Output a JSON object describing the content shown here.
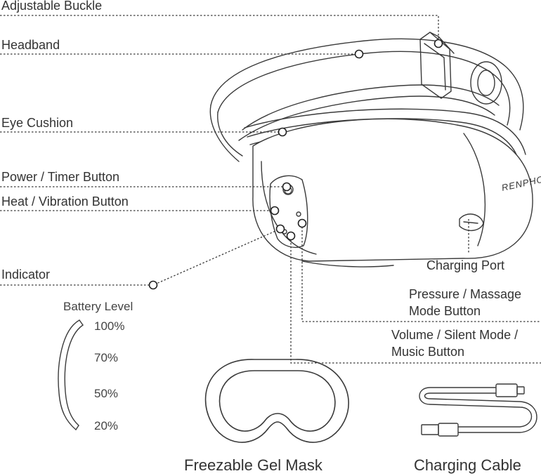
{
  "callouts": {
    "adjustable_buckle": "Adjustable Buckle",
    "headband": "Headband",
    "eye_cushion": "Eye Cushion",
    "power_timer": "Power / Timer Button",
    "heat_vibration": "Heat / Vibration Button",
    "indicator": "Indicator",
    "charging_port": "Charging Port",
    "pressure_line1": "Pressure / Massage",
    "pressure_line2": "Mode Button",
    "volume_line1": "Volume / Silent Mode /",
    "volume_line2": "Music Button"
  },
  "brand_text": "RENPHO",
  "battery": {
    "title": "Battery Level",
    "levels": [
      "100%",
      "70%",
      "50%",
      "20%"
    ]
  },
  "accessories": {
    "gel_mask": "Freezable Gel Mask",
    "cable": "Charging Cable"
  },
  "colors": {
    "line": "#3a3a3a",
    "text": "#333333",
    "fill": "#ffffff"
  }
}
